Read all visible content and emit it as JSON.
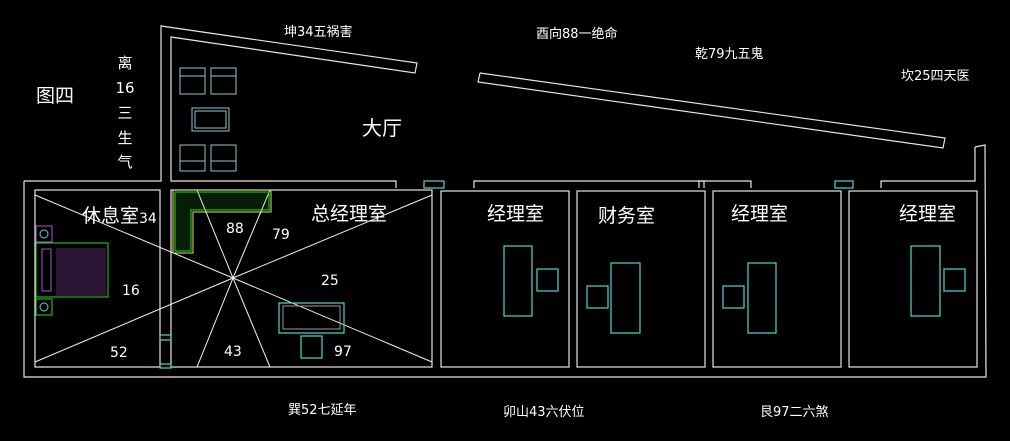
{
  "figure_label": "图四",
  "hall_label": "大厅",
  "side_label": [
    "离",
    "16",
    "三",
    "生",
    "气"
  ],
  "directions": {
    "top_left": "坤34五祸害",
    "top_mid": "酉向88一绝命",
    "top_right_mid": "乾79九五鬼",
    "top_right": "坎25四天医",
    "bottom_left": "巽52七延年",
    "bottom_mid": "卯山43六伏位",
    "bottom_right": "艮97二六煞"
  },
  "rooms": [
    {
      "label": "休息室"
    },
    {
      "label": "总经理室"
    },
    {
      "label": "经理室"
    },
    {
      "label": "财务室"
    },
    {
      "label": "经理室"
    },
    {
      "label": "经理室"
    }
  ],
  "sector_numbers": {
    "n34": "34",
    "n88": "88",
    "n79": "79",
    "n25": "25",
    "n16": "16",
    "n52": "52",
    "n43": "43",
    "n97": "97"
  },
  "colors": {
    "wall": "#e6e6e6",
    "furniture": "#4fd6d0",
    "sofa": "#22dd22",
    "bed": "#b04fd0"
  }
}
